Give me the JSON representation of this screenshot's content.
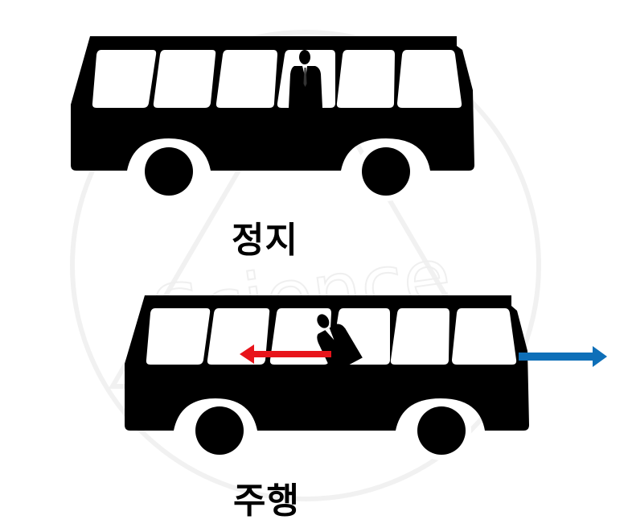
{
  "captions": {
    "stopped": "정지",
    "moving": "주행"
  },
  "colors": {
    "bus": "#000000",
    "window": "#ffffff",
    "inertia_arrow": "#e8141b",
    "motion_arrow": "#0e6fb8",
    "watermark": "#d9d9d9"
  },
  "icons": {
    "bus": "bus-silhouette-icon",
    "person": "standing-person-icon",
    "person_leaning": "leaning-person-icon",
    "arrow_back": "arrow-left-icon",
    "arrow_forward": "arrow-right-icon",
    "watermark": "watermark-logo-icon"
  },
  "watermark_text": "Science"
}
